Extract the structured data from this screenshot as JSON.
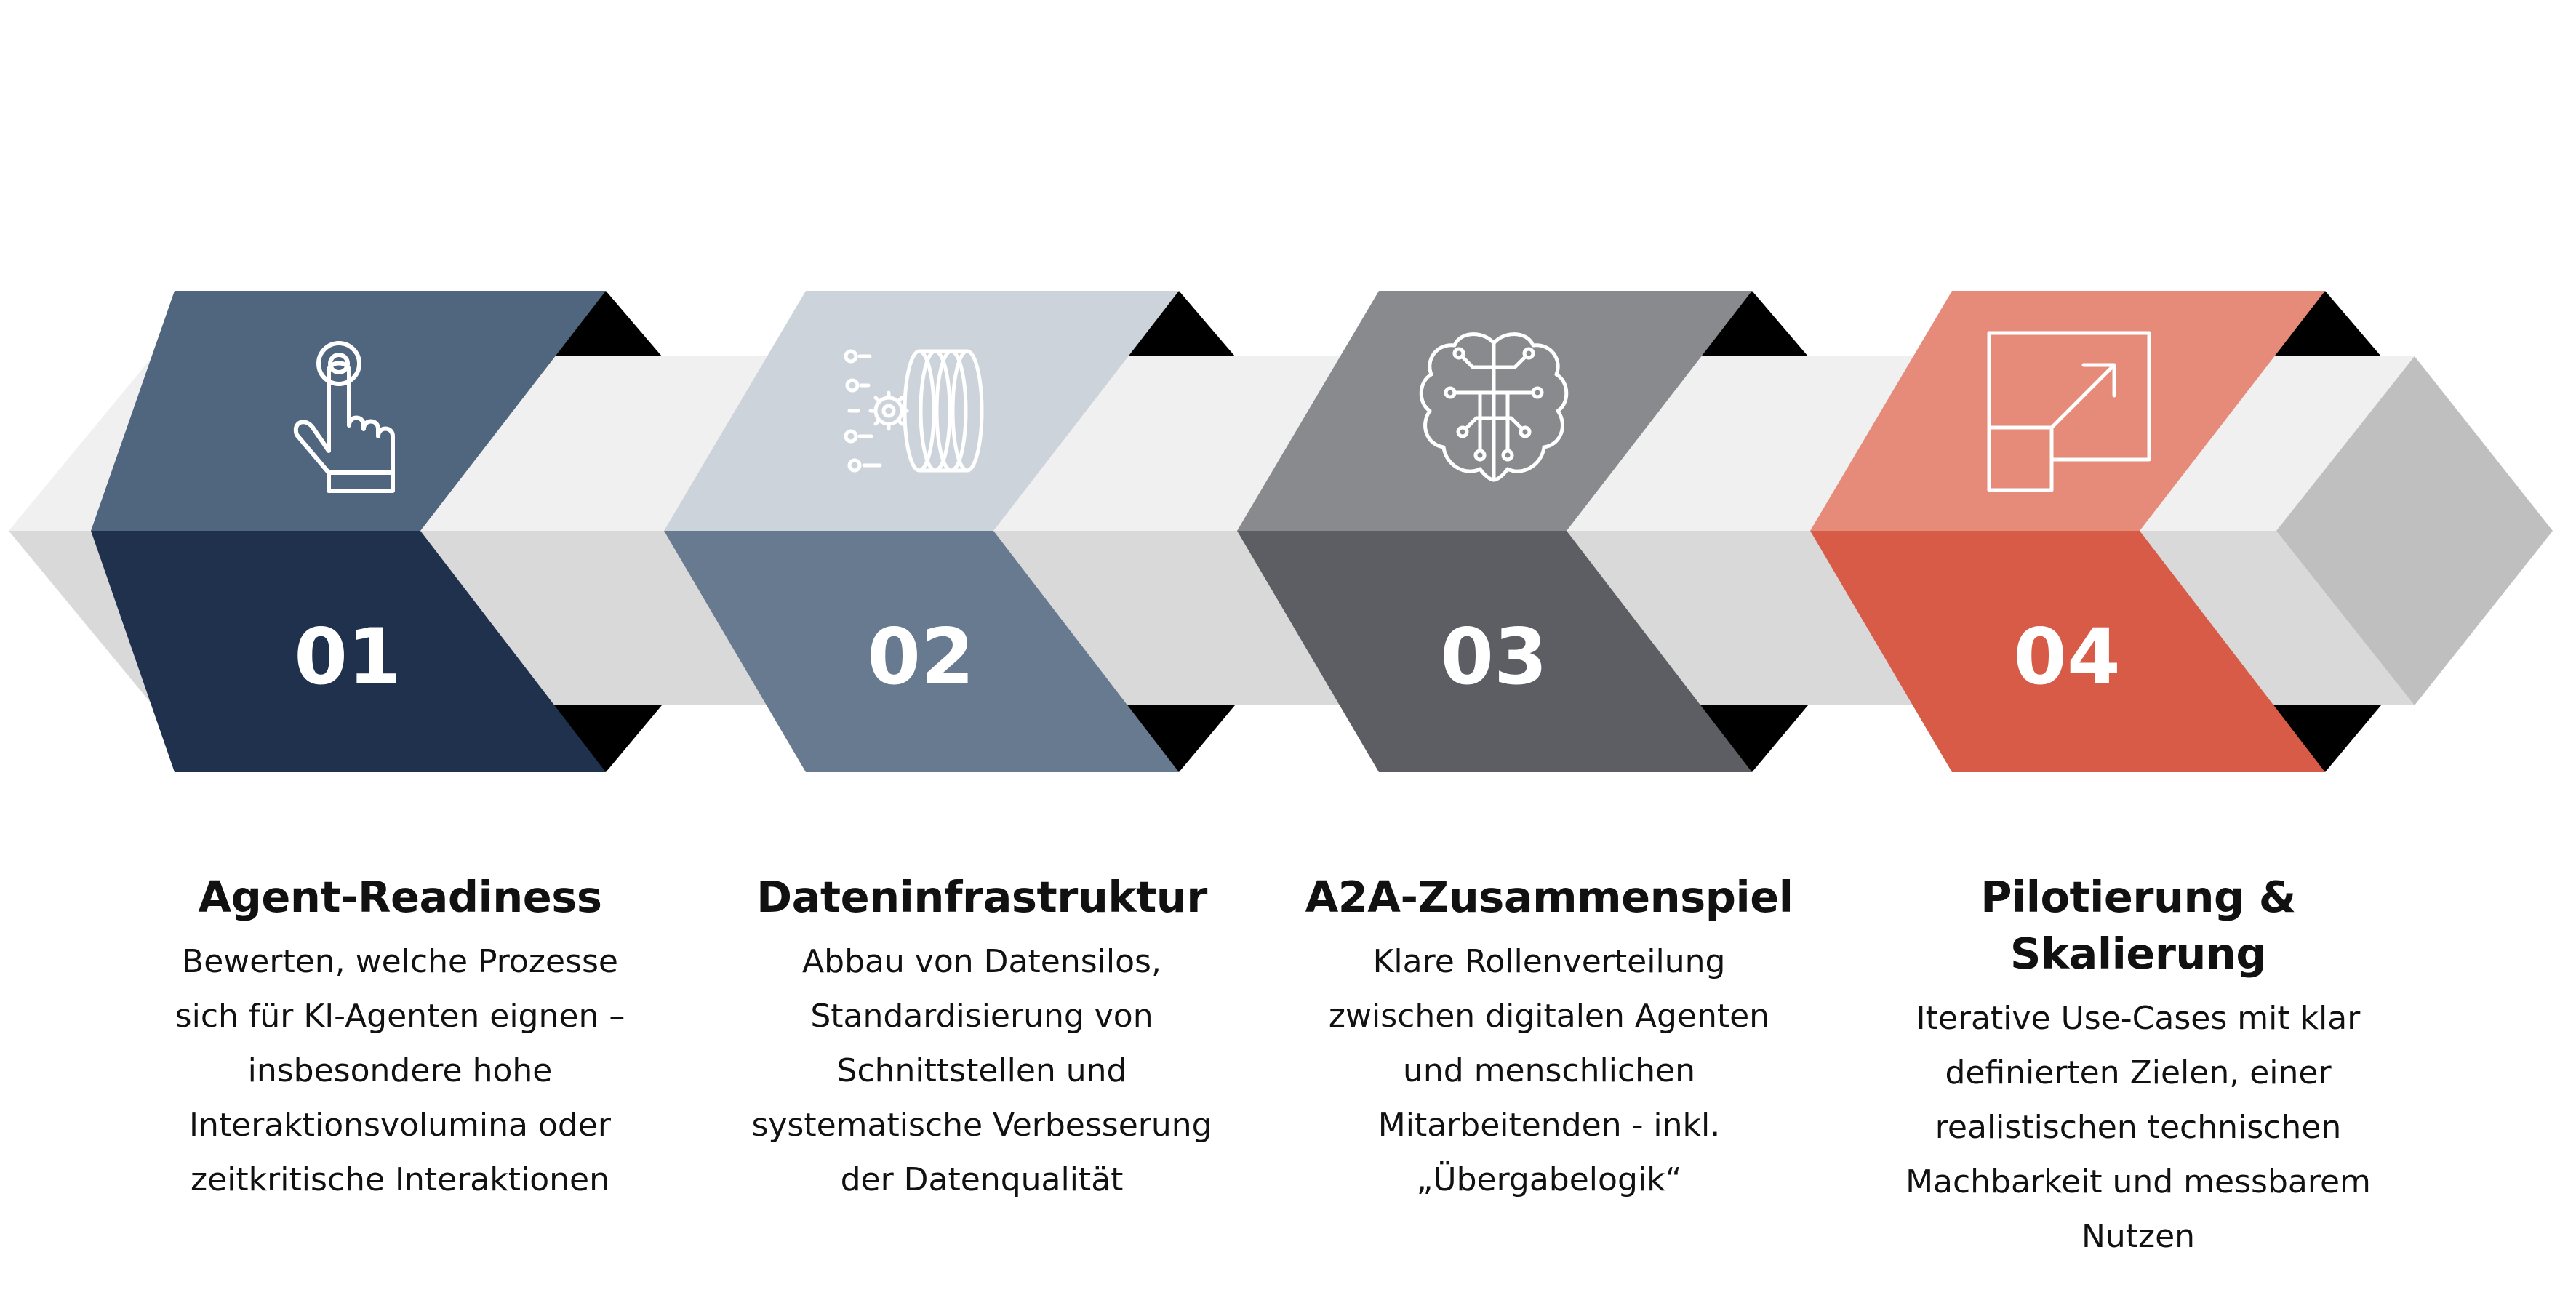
{
  "colors": {
    "band_light": "#f0f0f0",
    "band_mid": "#d9d9d9",
    "end_cube": "#bfbfbf",
    "shadow": "#000000",
    "icon_stroke": "#ffffff"
  },
  "steps": [
    {
      "number": "01",
      "title": "Agent-Readiness",
      "description": [
        "Bewerten, welche Prozesse",
        "sich für KI-Agenten eignen –",
        "insbesondere hohe",
        "Interaktionsvolumina oder",
        "zeitkritische Interaktionen"
      ],
      "icon": "hand-pointer-icon",
      "top_color": "#50657e",
      "bottom_color": "#1f314c"
    },
    {
      "number": "02",
      "title": "Dateninfrastruktur",
      "description": [
        "Abbau von Datensilos,",
        "Standardisierung von",
        "Schnittstellen und",
        "systematische Verbesserung",
        "der Datenqualität"
      ],
      "icon": "data-storage-icon",
      "top_color": "#ccd3db",
      "bottom_color": "#687a90"
    },
    {
      "number": "03",
      "title": "A2A-Zusammenspiel",
      "description": [
        "Klare Rollenverteilung",
        "zwischen digitalen Agenten",
        "und menschlichen",
        "Mitarbeitenden - inkl.",
        "„Übergabelogik“"
      ],
      "icon": "ai-brain-icon",
      "top_color": "#898a8e",
      "bottom_color": "#5d5e63"
    },
    {
      "number": "04",
      "title": "Pilotierung & Skalierung",
      "description": [
        "Iterative Use-Cases mit klar",
        "definierten Zielen, einer",
        "realistischen technischen",
        "Machbarkeit und messbarem",
        "Nutzen"
      ],
      "icon": "scale-up-icon",
      "top_color": "#e68b7a",
      "bottom_color": "#d85b47"
    }
  ]
}
